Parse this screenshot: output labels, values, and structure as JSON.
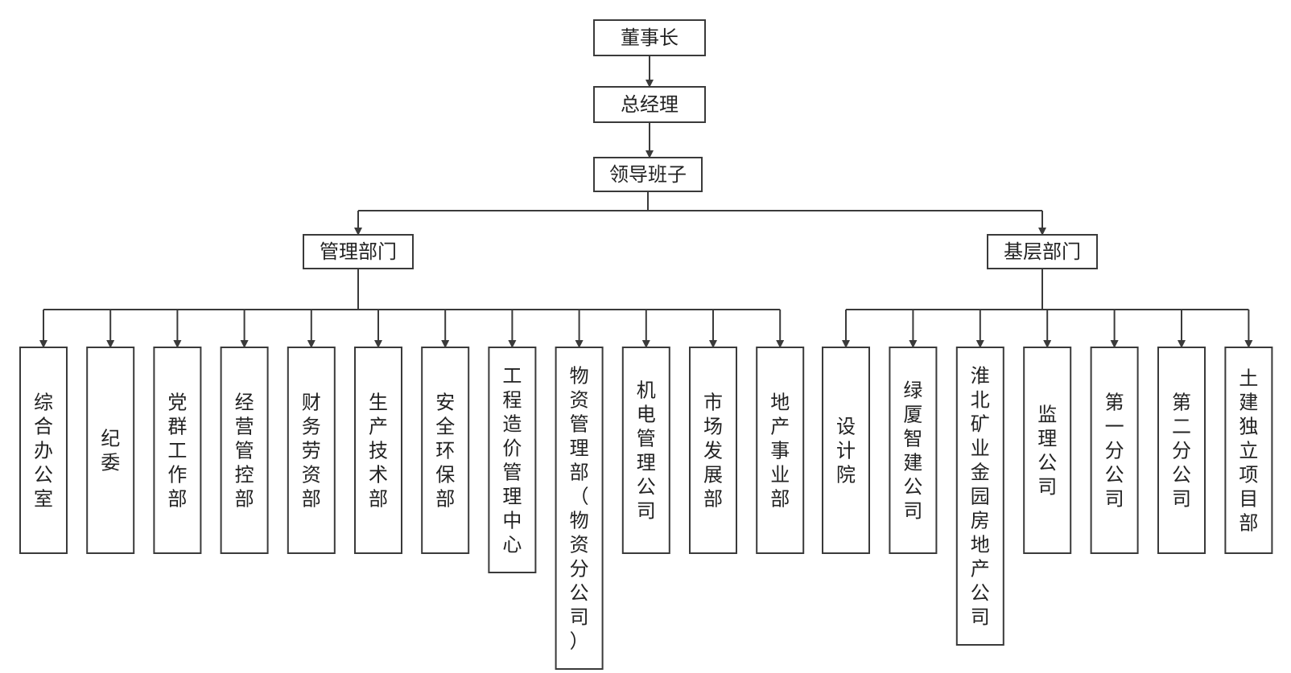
{
  "chairman": "董事长",
  "general_manager": "总经理",
  "leadership_team": "领导班子",
  "management": {
    "label": "管理部门",
    "departments": [
      "综合办公室",
      "纪委",
      "党群工作部",
      "经营管控部",
      "财务劳资部",
      "生产技术部",
      "安全环保部",
      "工程造价管理中心",
      "物资管理部（物资分公司）",
      "机电管理公司",
      "市场发展部",
      "地产事业部"
    ]
  },
  "grassroots": {
    "label": "基层部门",
    "departments": [
      "设计院",
      "绿厦智建公司",
      "淮北矿业金园房地产公司",
      "监理公司",
      "第一分公司",
      "第二分公司",
      "土建独立项目部"
    ]
  }
}
